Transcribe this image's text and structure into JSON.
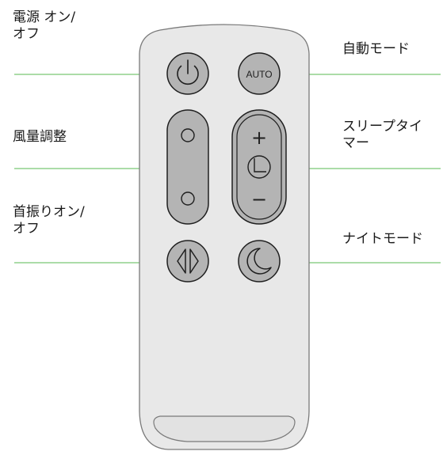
{
  "colors": {
    "guide_line": "#8fd18c",
    "remote_body": "#e8e8e8",
    "remote_outline": "#7a7a7a",
    "button_fill": "#b4b4b4",
    "button_outline": "#1f1f1f"
  },
  "labels": {
    "power": "電源 オン/\nオフ",
    "auto": "自動モード",
    "airflow": "風量調整",
    "sleep_timer": "スリープタイ\nマー",
    "oscillation": "首振りオン/\nオフ",
    "night_mode": "ナイトモード"
  },
  "buttons": {
    "auto_text": "AUTO",
    "timer_plus": "+",
    "timer_minus": "−"
  },
  "icons": {
    "power": "power-icon",
    "airflow_up": "circle-icon",
    "airflow_down": "circle-icon",
    "timer": "clock-icon",
    "oscillation": "oscillation-arrows-icon",
    "night": "moon-icon"
  }
}
